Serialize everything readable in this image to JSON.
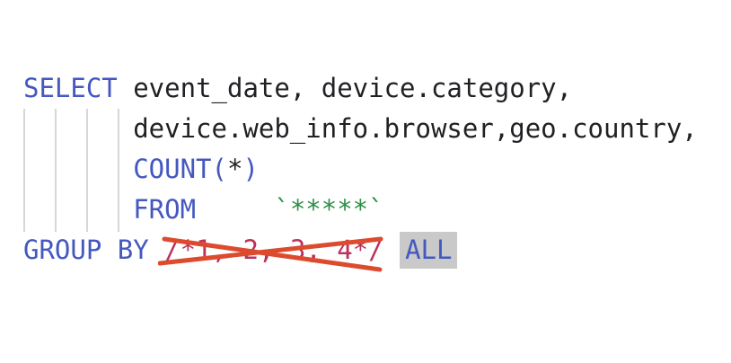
{
  "colors": {
    "keyword": "#4458c0",
    "plain": "#202124",
    "string": "#2d9048",
    "comment": "#bb3158",
    "strike": "#dc4b2e",
    "highlight_bg": "#c9c9c9",
    "indent_guide": "#d7d7d7",
    "background": "#ffffff"
  },
  "code": {
    "lines": [
      {
        "segs": [
          {
            "t": "SELECT",
            "c": "kw"
          },
          {
            "t": " event_date, device.category,",
            "c": "plain"
          }
        ]
      },
      {
        "segs": [
          {
            "t": "       device.web_info.browser,geo.country,",
            "c": "plain"
          }
        ]
      },
      {
        "segs": [
          {
            "t": "       ",
            "c": "plain"
          },
          {
            "t": "COUNT(",
            "c": "kw"
          },
          {
            "t": "*",
            "c": "plain"
          },
          {
            "t": ")",
            "c": "kw"
          }
        ]
      },
      {
        "segs": [
          {
            "t": "       ",
            "c": "plain"
          },
          {
            "t": "FROM",
            "c": "kw"
          },
          {
            "t": "     ",
            "c": "plain"
          },
          {
            "t": "`*****`",
            "c": "str"
          }
        ]
      },
      {
        "segs": [
          {
            "t": "GROUP BY",
            "c": "kw"
          },
          {
            "t": " ",
            "c": "plain"
          },
          {
            "t": "/*1, 2, 3, 4*/",
            "c": "comment"
          },
          {
            "t": " ",
            "c": "plain"
          },
          {
            "t": "ALL",
            "c": "kw-highlight"
          }
        ]
      }
    ]
  },
  "annotations": {
    "strikethrough": {
      "target": "/*1, 2, 3, 4*/",
      "shape": "x-cross"
    },
    "highlight": {
      "target": "ALL"
    }
  }
}
